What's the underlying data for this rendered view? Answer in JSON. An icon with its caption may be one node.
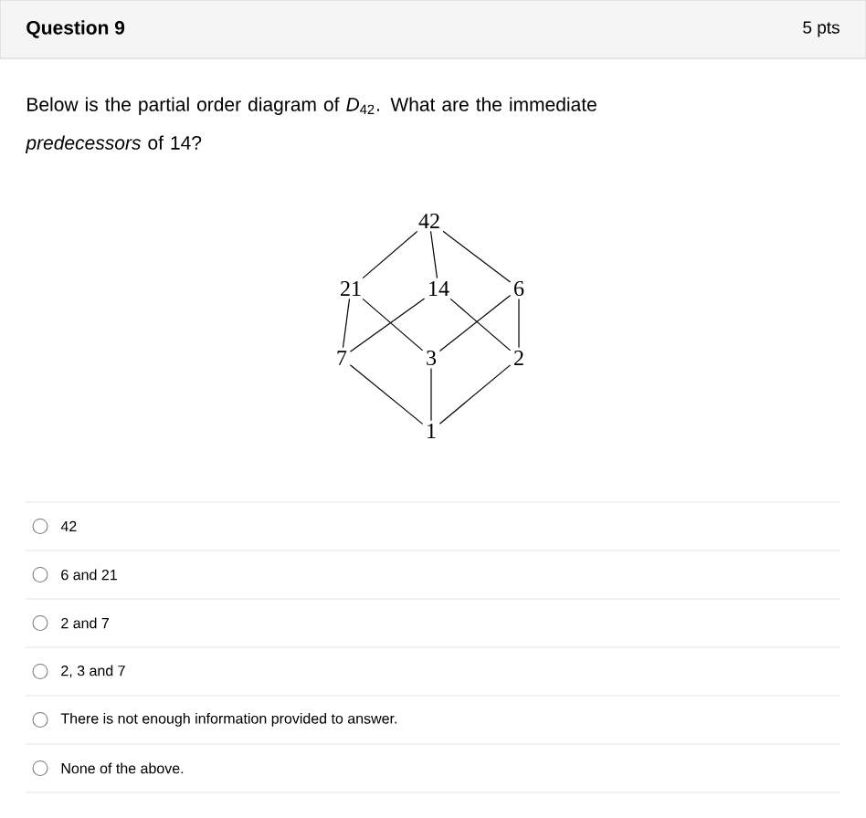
{
  "diagram": {
    "title": "Question 9",
    "nodes": [
      {
        "text": [
          "42"
        ]
      },
      {
        "text": [
          "21"
        ]
      },
      {
        "text": [
          "14"
        ]
      },
      {
        "text": [
          "6"
        ]
      },
      {
        "text": [
          "7"
        ]
      },
      {
        "text": [
          "3"
        ]
      },
      {
        "text": [
          "2"
        ]
      },
      {
        "text": [
          "1"
        ]
      }
    ],
    "edges": [
      {
        "from": 0,
        "to": 1,
        "arrow": "none"
      },
      {
        "from": 0,
        "to": 2,
        "arrow": "none"
      },
      {
        "from": 0,
        "to": 3,
        "arrow": "none"
      },
      {
        "from": 1,
        "to": 4,
        "arrow": "none"
      },
      {
        "from": 1,
        "to": 5,
        "arrow": "none"
      },
      {
        "from": 2,
        "to": 4,
        "arrow": "none"
      },
      {
        "from": 2,
        "to": 6,
        "arrow": "none"
      },
      {
        "from": 3,
        "to": 5,
        "arrow": "none"
      },
      {
        "from": 3,
        "to": 6,
        "arrow": "none"
      },
      {
        "from": 4,
        "to": 7,
        "arrow": "none"
      },
      {
        "from": 5,
        "to": 7,
        "arrow": "none"
      },
      {
        "from": 6,
        "to": 7,
        "arrow": "none"
      }
    ],
    "labels": [
      "5 pts",
      "Below is the partial order diagram of *D*$_{42}$. What are the immediate *predecessors* of 14?",
      "42",
      "6 and 21",
      "2 and 7",
      "2, 3 and 7",
      "There is not enough information provided to answer.",
      "None of the above."
    ]
  }
}
